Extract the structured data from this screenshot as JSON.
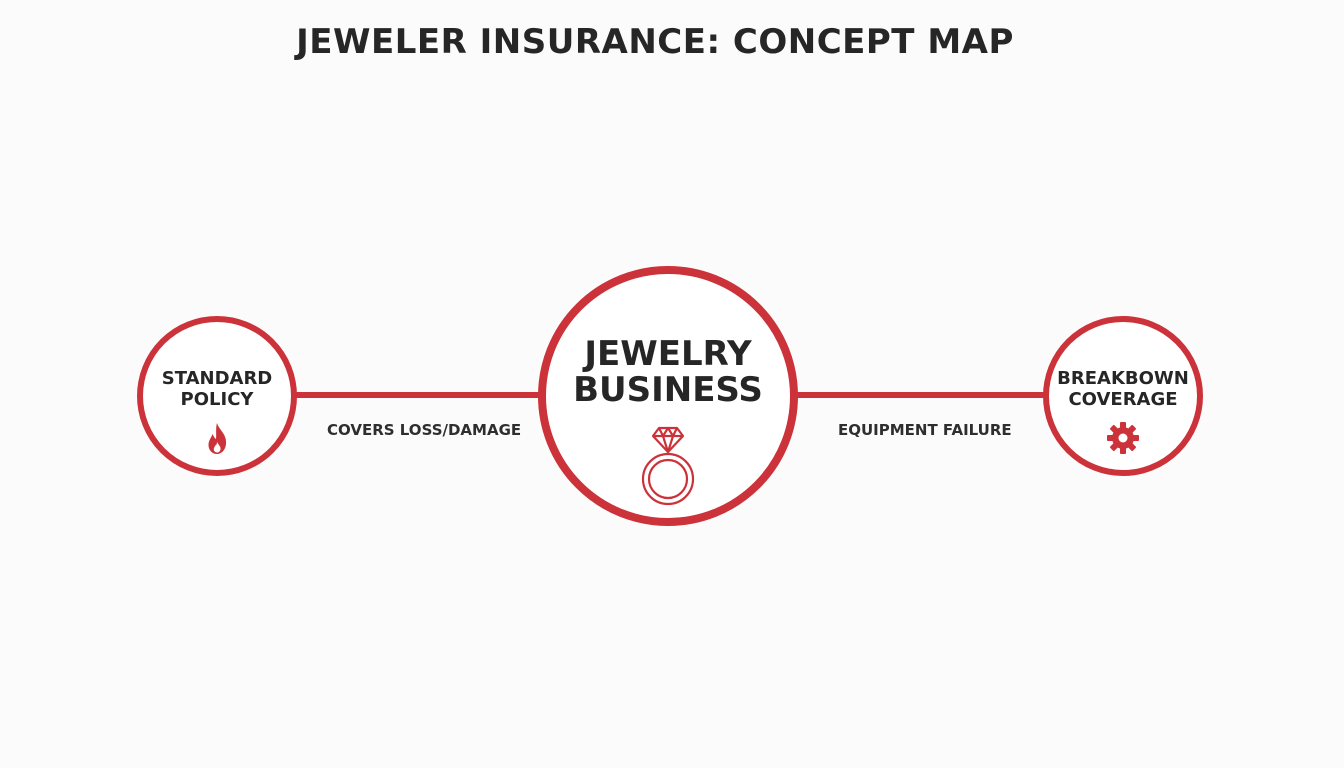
{
  "title": "JEWELER INSURANCE: CONCEPT MAP",
  "colors": {
    "accent": "#cc3239",
    "text": "#262626",
    "background": "#fbfbfb"
  },
  "nodes": {
    "center": {
      "line1": "JEWELRY",
      "line2": "BUSINESS",
      "icon": "ring-diamond-icon"
    },
    "left": {
      "line1": "STANDARD",
      "line2": "POLICY",
      "icon": "flame-icon"
    },
    "right": {
      "line1": "BREAKBOWN",
      "line2": "COVERAGE",
      "icon": "gear-icon"
    }
  },
  "edges": {
    "left": "COVERS LOSS/DAMAGE",
    "right": "EQUIPMENT FAILURE"
  }
}
